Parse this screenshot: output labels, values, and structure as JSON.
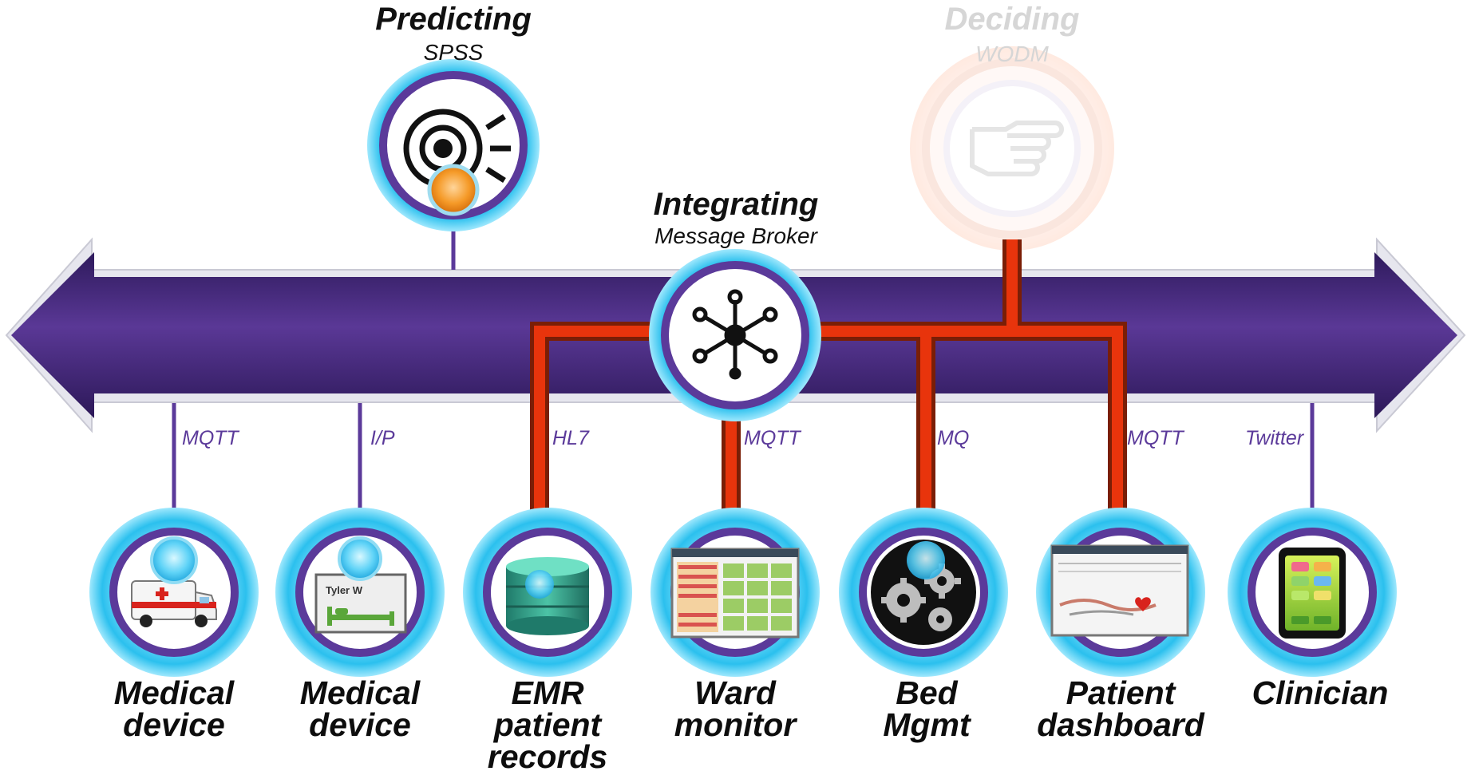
{
  "top": {
    "predicting": {
      "title": "Predicting",
      "sub": "SPSS"
    },
    "integrating": {
      "title": "Integrating",
      "sub": "Message Broker"
    },
    "deciding": {
      "title": "Deciding",
      "sub": "WODM"
    }
  },
  "protocols": [
    "MQTT",
    "I/P",
    "HL7",
    "MQTT",
    "MQ",
    "MQTT",
    "Twitter"
  ],
  "nodes": [
    {
      "name1": "Medical",
      "name2": "device",
      "name3": "",
      "icon": "ambulance-icon"
    },
    {
      "name1": "Medical",
      "name2": "device",
      "name3": "",
      "icon": "hospital-bed-icon",
      "bed_label": "Tyler W"
    },
    {
      "name1": "EMR",
      "name2": "patient",
      "name3": "records",
      "icon": "database-icon"
    },
    {
      "name1": "Ward",
      "name2": "monitor",
      "name3": "",
      "icon": "monitor-screen-icon"
    },
    {
      "name1": "Bed",
      "name2": "Mgmt",
      "name3": "",
      "icon": "gears-icon"
    },
    {
      "name1": "Patient",
      "name2": "dashboard",
      "name3": "",
      "icon": "dashboard-screen-icon"
    },
    {
      "name1": "Clinician",
      "name2": "",
      "name3": "",
      "icon": "tablet-icon"
    }
  ],
  "colors": {
    "bus_purple": "#4a2a86",
    "ring_cyan": "#27c3ee",
    "ring_purple": "#5b3a9a",
    "flow_red": "#e8340c",
    "flow_dark": "#7a1e06",
    "orange": "#f39a2b"
  }
}
